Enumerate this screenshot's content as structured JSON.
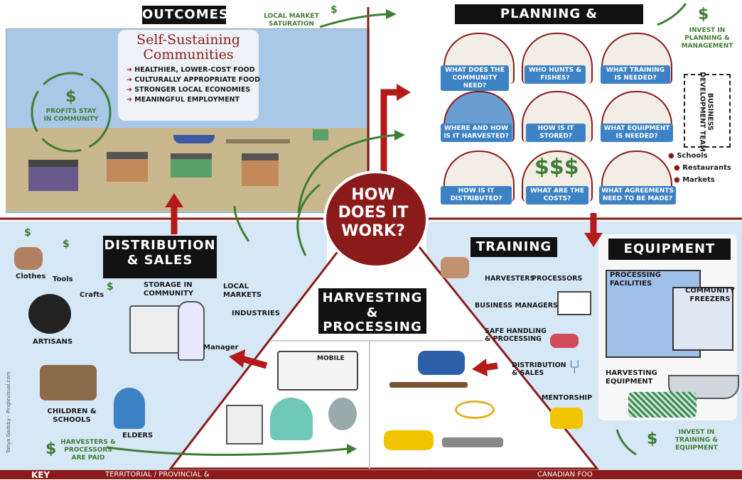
{
  "sections": {
    "outcomes": "OUTCOMES",
    "planning": "PLANNING & MANAGEMENT",
    "distribution": "DISTRIBUTION & SALES",
    "harvesting": "HARVESTING & PROCESSING",
    "training": "TRAINING",
    "equipment": "EQUIPMENT",
    "center": "HOW DOES IT WORK?"
  },
  "outcomes_box": {
    "title": "Self-Sustaining Communities",
    "items": [
      "HEALTHIER, LOWER-COST FOOD",
      "CULTURALLY APPROPRIATE FOOD",
      "STRONGER LOCAL ECONOMIES",
      "MEANINGFUL EMPLOYMENT"
    ]
  },
  "loop_label": "PROFITS STAY IN COMMUNITY",
  "local_market_saturation": "LOCAL MARKET SATURATION",
  "invest_planning": "INVEST IN PLANNING & MANAGEMENT",
  "invest_training": "INVEST IN TRAINING & EQUIPMENT",
  "harvesters_paid": "HARVESTERS & PROCESSORS ARE PAID",
  "planning_questions": [
    "WHAT DOES THE COMMUNITY NEED?",
    "WHO HUNTS & FISHES?",
    "WHAT TRAINING IS NEEDED?",
    "WHERE AND HOW IS IT HARVESTED?",
    "HOW IS IT STORED?",
    "WHAT EQUIPMENT IS NEEDED?",
    "HOW IS IT DISTRIBUTED?",
    "WHAT ARE THE COSTS?",
    "WHAT AGREEMENTS NEED TO BE MADE?"
  ],
  "business_dev_team": "BUSINESS DEVELOPMENT TEAM",
  "agreement_targets": [
    "Schools",
    "Restaurants",
    "Markets"
  ],
  "distribution_labels": {
    "clothes": "Clothes",
    "tools": "Tools",
    "crafts": "Crafts",
    "artisans": "ARTISANS",
    "storage": "STORAGE IN COMMUNITY",
    "manager": "Manager",
    "local_markets": "LOCAL MARKETS",
    "industries": "INDUSTRIES",
    "children": "CHILDREN & SCHOOLS",
    "elders": "ELDERS"
  },
  "harvesting_labels": {
    "truck": "MOBILE"
  },
  "training_items": [
    "HARVESTERS",
    "PROCESSORS",
    "BUSINESS MANAGERS",
    "SAFE HANDLING & PROCESSING",
    "DISTRIBUTION & SALES",
    "MENTORSHIP"
  ],
  "equipment_labels": {
    "processing": "PROCESSING FACILITIES",
    "freezers": "COMMUNITY FREEZERS",
    "harvesting_eq": "HARVESTING EQUIPMENT"
  },
  "credit": "Tanya Gadsby - Pinglevisual.com",
  "key_bar": {
    "key": "KEY",
    "left": "TERRITORIAL / PROVINCIAL &",
    "right": "CANADIAN FOO"
  },
  "colors": {
    "accent_red": "#8b1a1a",
    "green": "#3f7d34",
    "blue": "#3d82c4",
    "sky": "#cfe3f4"
  }
}
